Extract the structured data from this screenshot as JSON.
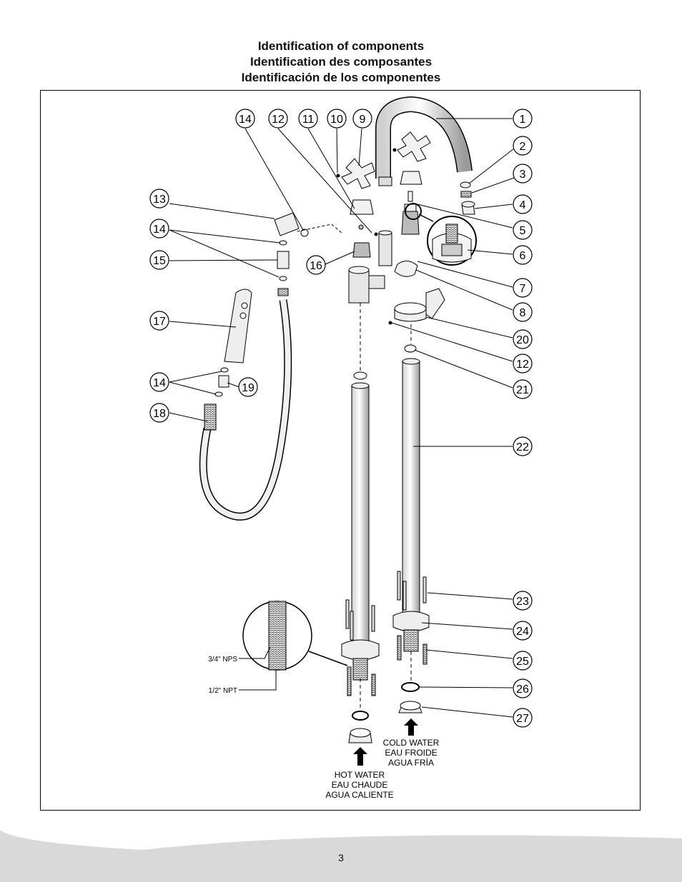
{
  "titles": [
    "Identification of components",
    "Identification des composantes",
    "Identificación de los componentes"
  ],
  "callouts": {
    "c1": "1",
    "c2": "2",
    "c3": "3",
    "c4": "4",
    "c5": "5",
    "c6": "6",
    "c7": "7",
    "c8": "8",
    "c9": "9",
    "c10": "10",
    "c11": "11",
    "c12a": "12",
    "c12b": "12",
    "c13": "13",
    "c14a": "14",
    "c14b": "14",
    "c14c": "14",
    "c15": "15",
    "c16": "16",
    "c17": "17",
    "c18": "18",
    "c19": "19",
    "c20": "20",
    "c21": "21",
    "c22": "22",
    "c23": "23",
    "c24": "24",
    "c25": "25",
    "c26": "26",
    "c27": "27"
  },
  "detail": {
    "nps": "3/4\" NPS",
    "npt": "1/2\" NPT"
  },
  "cold": [
    "COLD WATER",
    "EAU FROIDE",
    "AGUA FRÍA"
  ],
  "hot": [
    "HOT WATER",
    "EAU CHAUDE",
    "AGUA CALIENTE"
  ],
  "page_number": "3",
  "colors": {
    "line": "#000000",
    "part_fill": "#e8e8e8",
    "footer": "#d9d9d9"
  }
}
